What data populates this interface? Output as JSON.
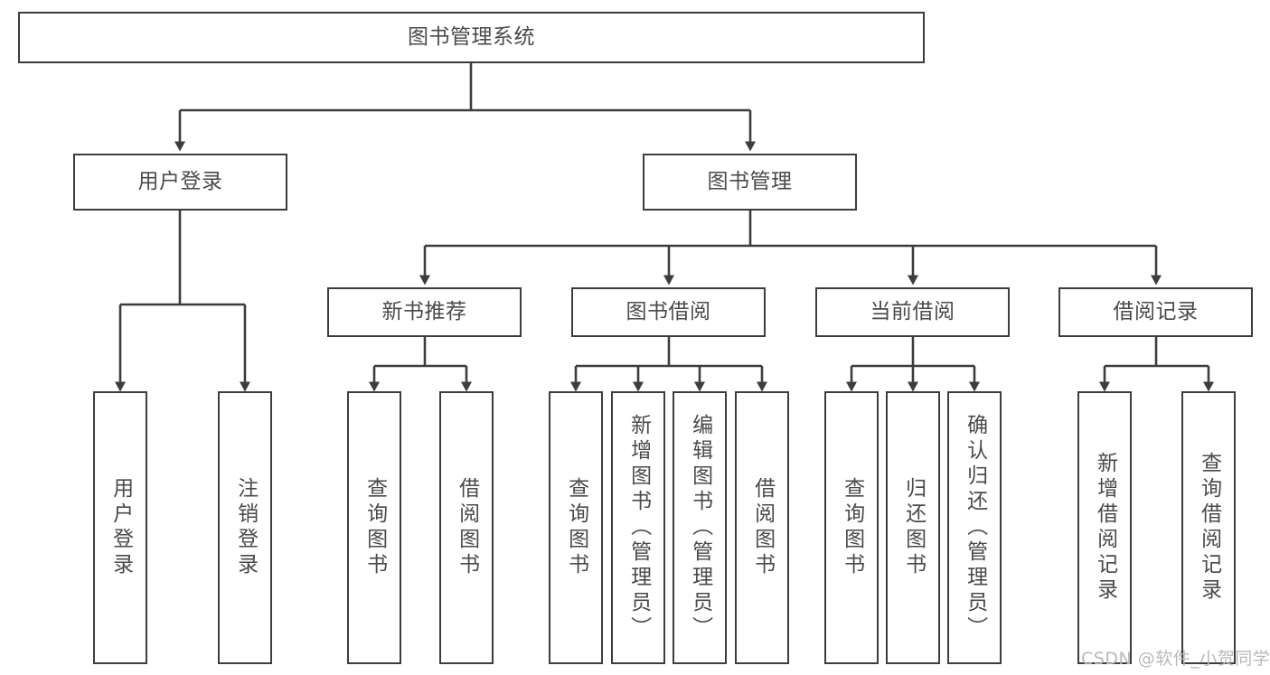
{
  "diagram": {
    "title": "图书管理系统",
    "type": "tree",
    "root": {
      "label": "图书管理系统"
    },
    "level2": [
      {
        "label": "用户登录"
      },
      {
        "label": "图书管理"
      }
    ],
    "level3": [
      {
        "label": "新书推荐"
      },
      {
        "label": "图书借阅"
      },
      {
        "label": "当前借阅"
      },
      {
        "label": "借阅记录"
      }
    ],
    "leaves": {
      "user_login": [
        {
          "label": "用户登录"
        },
        {
          "label": "注销登录"
        }
      ],
      "new_book": [
        {
          "label": "查询图书"
        },
        {
          "label": "借阅图书"
        }
      ],
      "borrow_book": [
        {
          "label": "查询图书"
        },
        {
          "label": "新增图书（管理员）"
        },
        {
          "label": "编辑图书（管理员）"
        },
        {
          "label": "借阅图书"
        }
      ],
      "current_borrow": [
        {
          "label": "查询图书"
        },
        {
          "label": "归还图书"
        },
        {
          "label": "确认归还（管理员）"
        }
      ],
      "borrow_record": [
        {
          "label": "新增借阅记录"
        },
        {
          "label": "查询借阅记录"
        }
      ]
    },
    "colors": {
      "border": "#3d3d3d",
      "text": "#4a4a4a",
      "background": "#ffffff",
      "connector": "#3d3d3d",
      "watermark": "#b9b9b9"
    }
  },
  "watermark": {
    "text": "CSDN @软件_小贺同学"
  }
}
